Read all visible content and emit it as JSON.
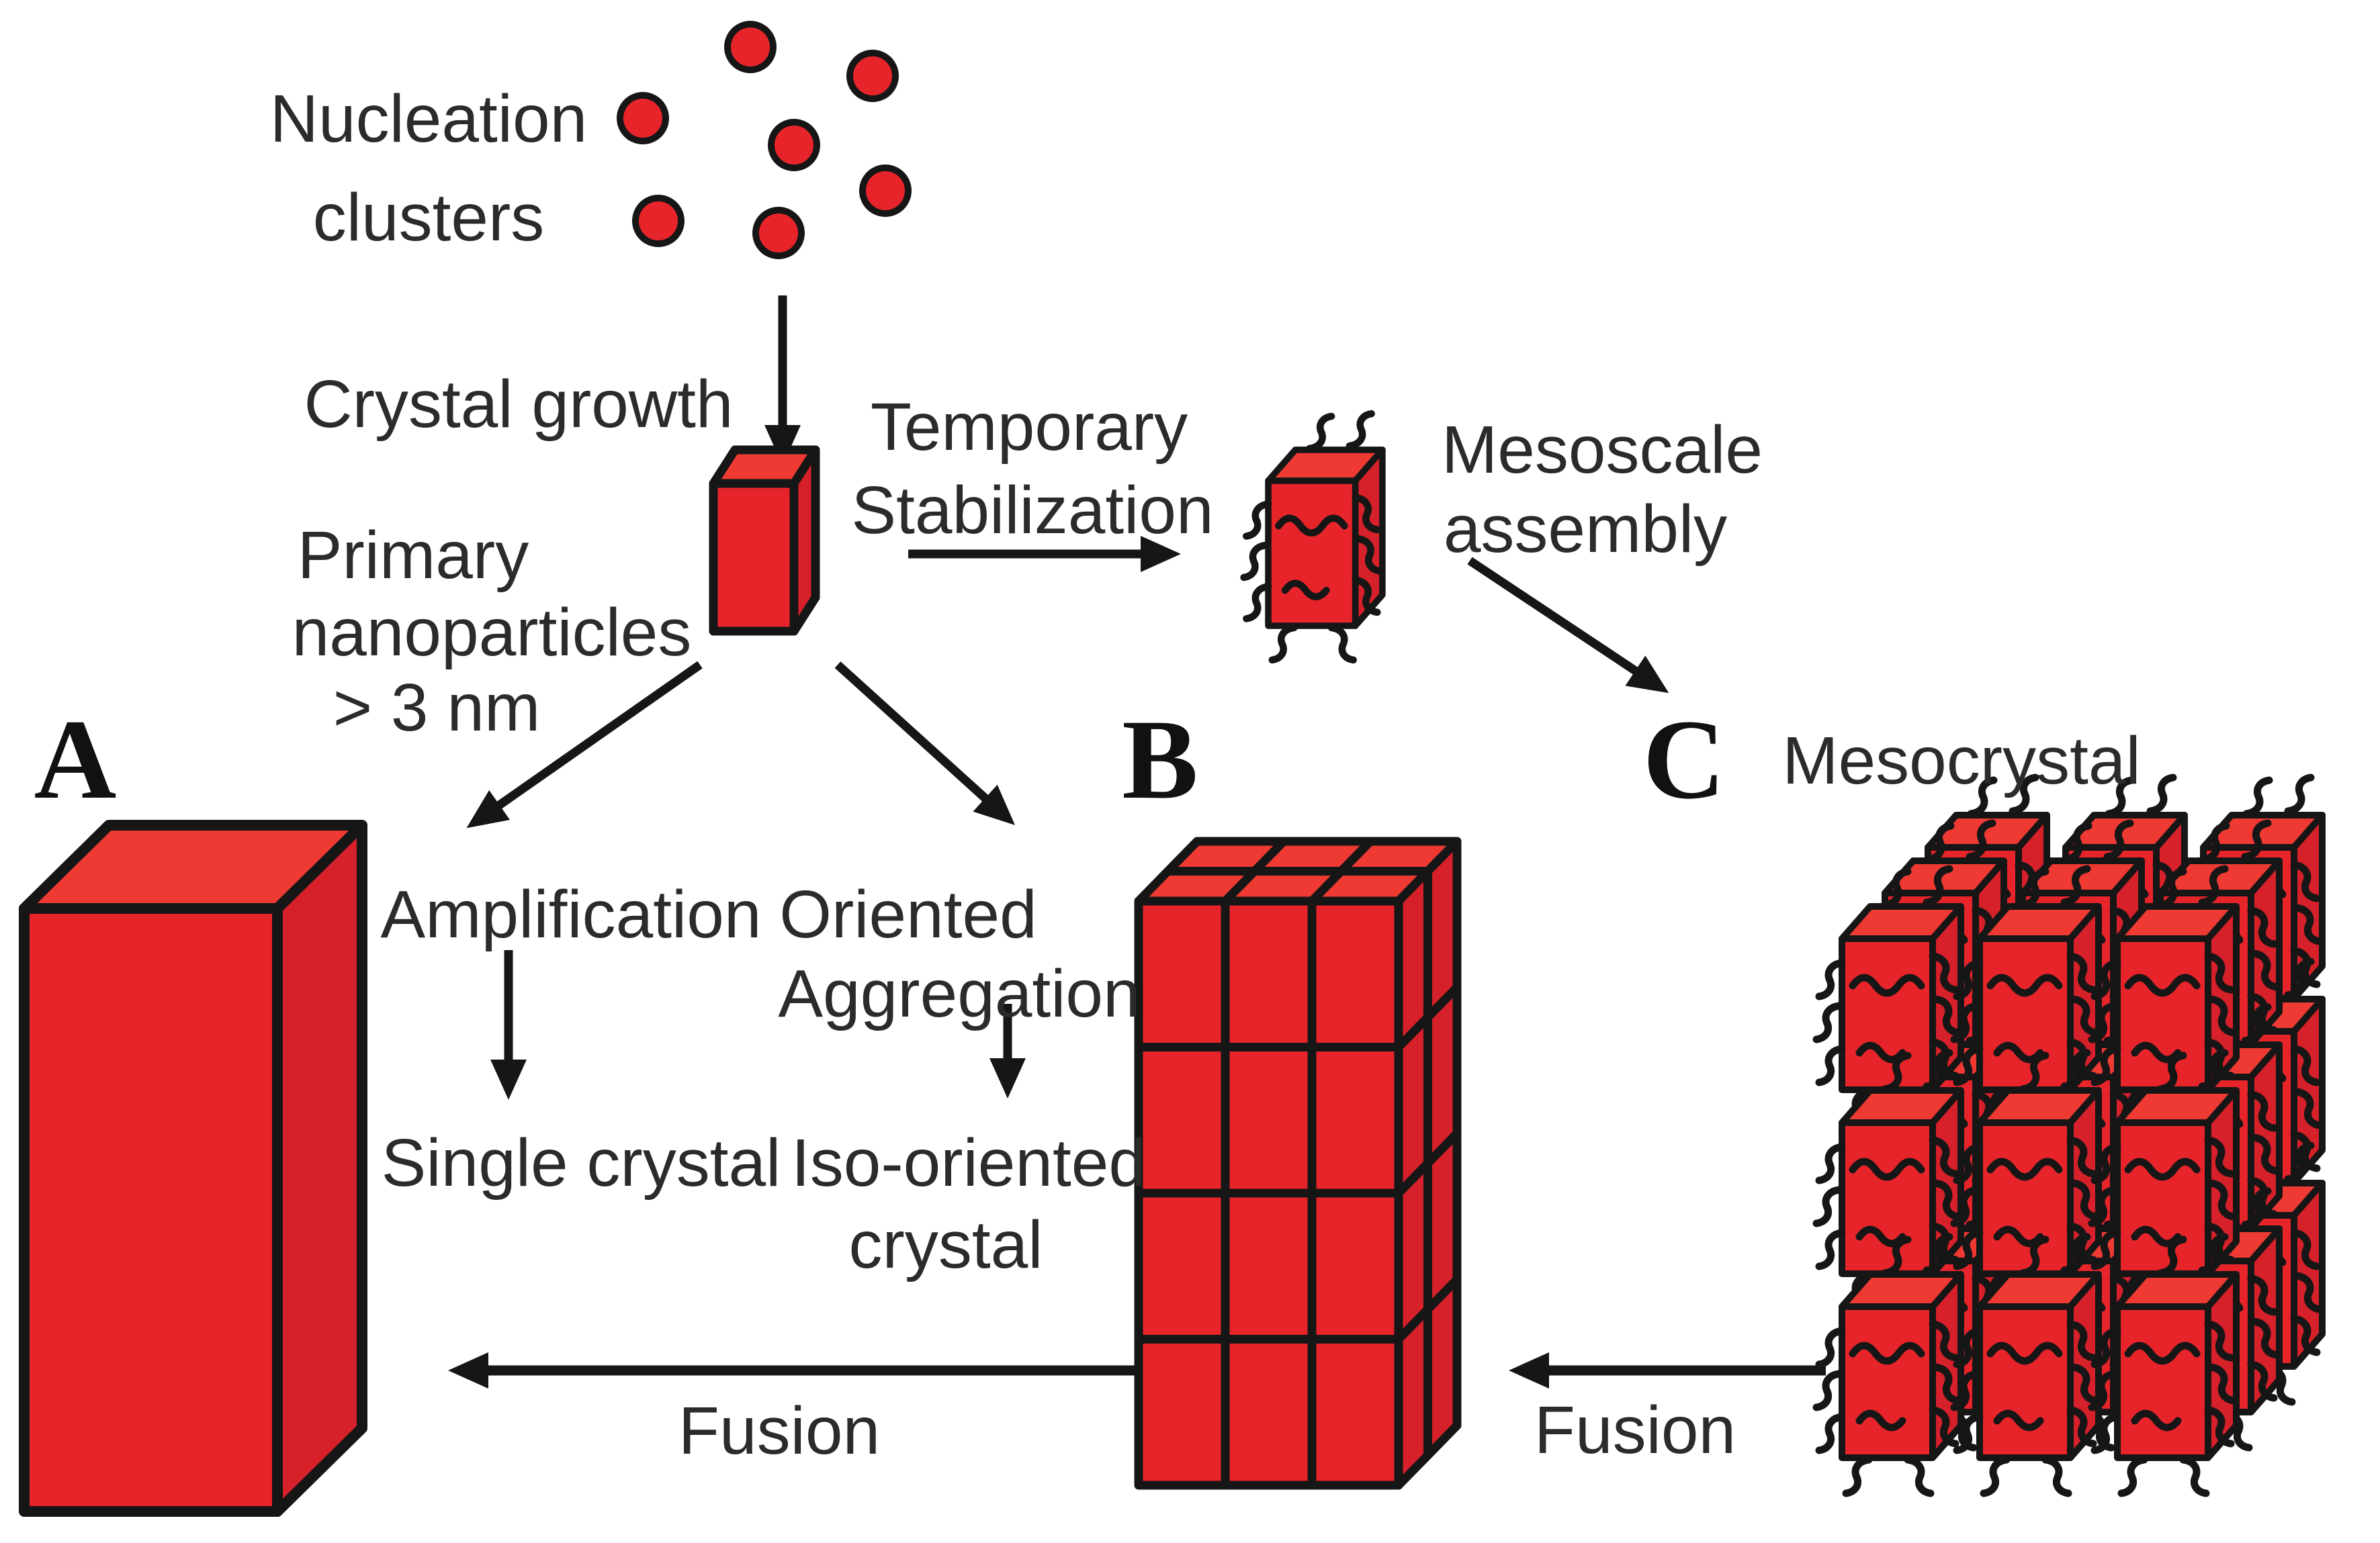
{
  "figure": {
    "background": "#ffffff",
    "labels": {
      "nucleation_line1": "Nucleation",
      "nucleation_line2": "clusters",
      "crystal_growth": "Crystal growth",
      "primary_line1": "Primary",
      "primary_line2": "nanoparticles",
      "primary_line3": "> 3 nm",
      "temporary_line1": "Temporary",
      "temporary_line2": "Stabilization",
      "mesoscale_line1": "Mesoscale",
      "mesoscale_line2": "assembly",
      "mesocrystal": "Mesocrystal",
      "amplification": "Amplification",
      "oriented_line1": "Oriented",
      "oriented_line2": "Aggregation",
      "single_crystal": "Single crystal",
      "iso_oriented_line1": "Iso-oriented",
      "iso_oriented_line2": "crystal",
      "fusion_left": "Fusion",
      "fusion_right": "Fusion",
      "marker_a": "A",
      "marker_b": "B",
      "marker_c": "C"
    },
    "colors": {
      "background": "#ffffff",
      "particle_red": "#e8242b",
      "particle_red_top": "#ee3a33",
      "particle_red_side": "#d6202a",
      "outline": "#161616",
      "text": "#2b2b2b"
    }
  }
}
